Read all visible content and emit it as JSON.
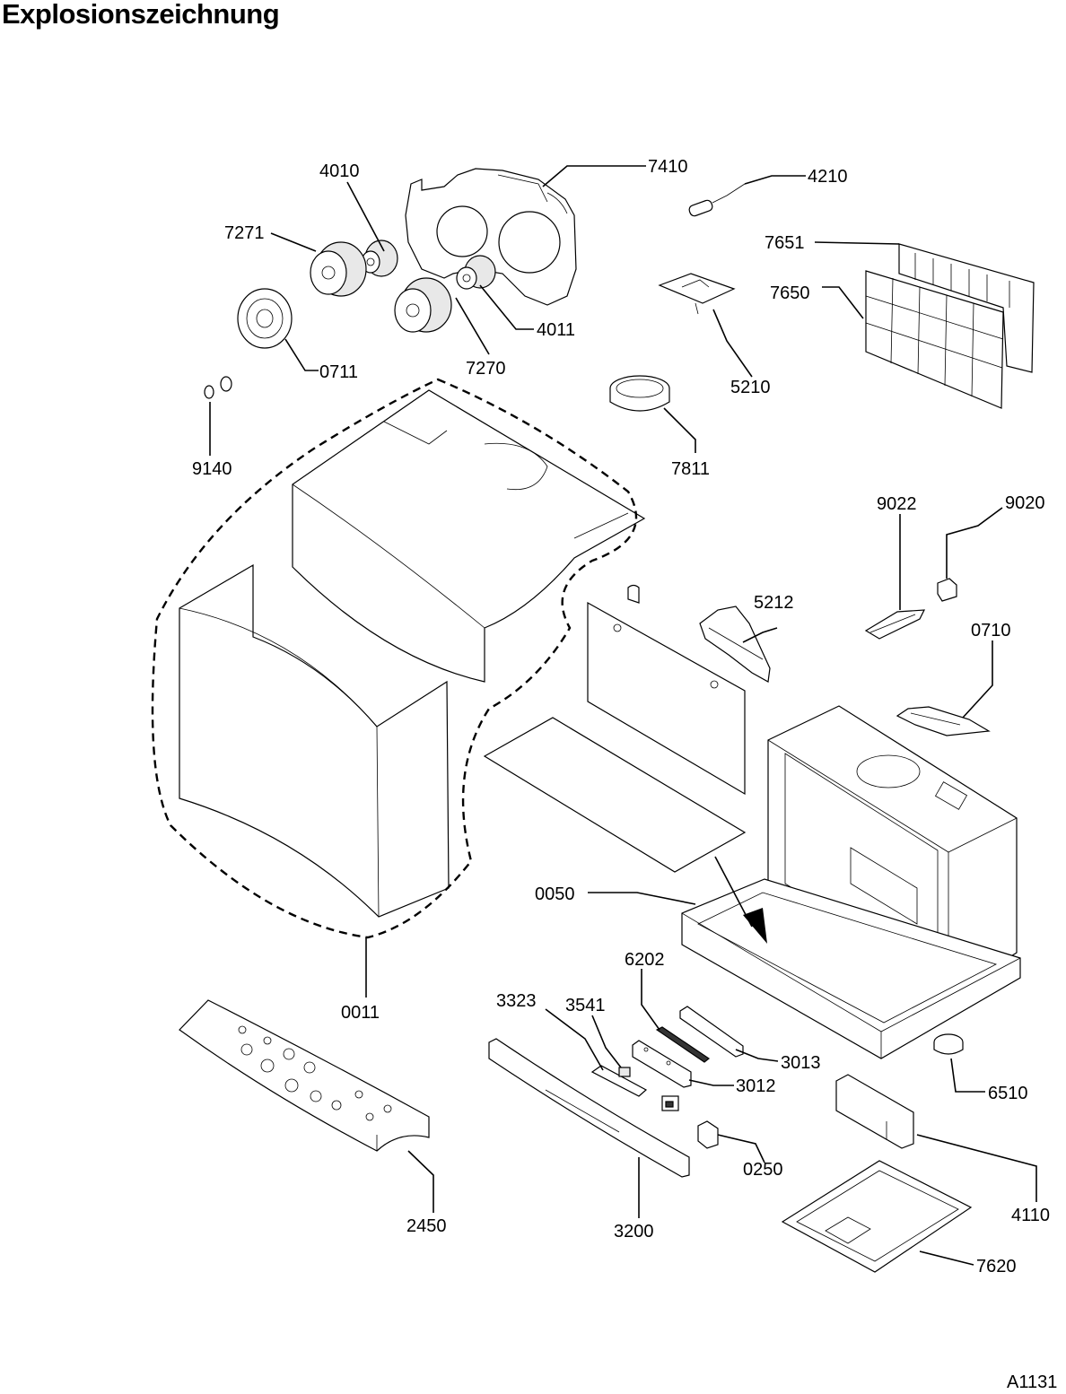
{
  "title": "Explosionszeichnung",
  "document_id": "A1131",
  "labels": {
    "p4010": "4010",
    "p7410": "7410",
    "p4210": "4210",
    "p7271": "7271",
    "p7651": "7651",
    "p7650": "7650",
    "p4011": "4011",
    "p0711": "0711",
    "p7270": "7270",
    "p5210": "5210",
    "p9140": "9140",
    "p7811": "7811",
    "p9022": "9022",
    "p9020": "9020",
    "p5212": "5212",
    "p0710": "0710",
    "p0050": "0050",
    "p6202": "6202",
    "p0011": "0011",
    "p3323": "3323",
    "p3541": "3541",
    "p3013": "3013",
    "p3012": "3012",
    "p6510": "6510",
    "p0250": "0250",
    "p4110": "4110",
    "p2450": "2450",
    "p3200": "3200",
    "p7620": "7620"
  }
}
